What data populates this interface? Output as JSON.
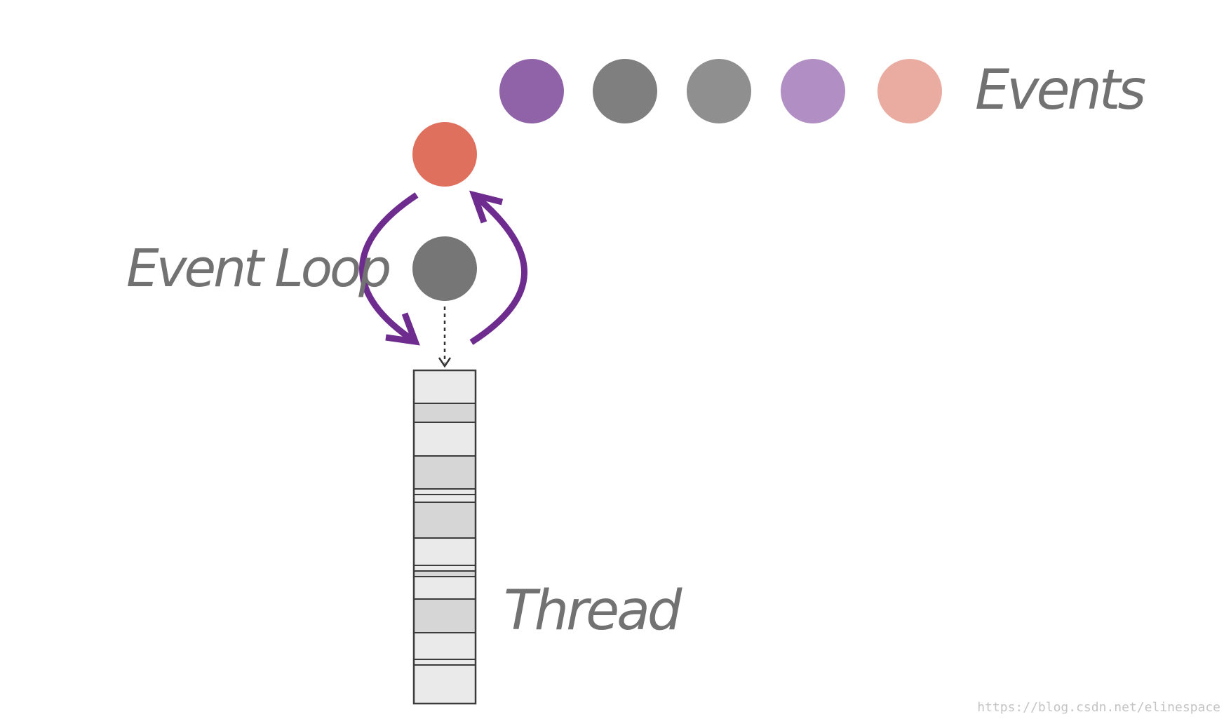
{
  "labels": {
    "events": "Events",
    "event_loop": "Event Loop",
    "thread": "Thread"
  },
  "watermark": "https://blog.csdn.net/elinespace",
  "colors": {
    "queued_events": [
      "#9062a8",
      "#7f7f7f",
      "#8f8f8f",
      "#b18ec3",
      "#eaaba0"
    ],
    "current_event": "#df705e",
    "loop_center": "#767676",
    "loop_arrows": "#6f2c8f",
    "label_text": "#727272",
    "thread_dark_segment": "#d6d6d6",
    "thread_light_segment": "#eaeaea"
  },
  "thread": {
    "segments": [
      "light",
      "dark",
      "light",
      "dark",
      "light",
      "light",
      "dark",
      "light",
      "light",
      "dark",
      "light",
      "dark",
      "light",
      "light",
      "light"
    ]
  }
}
